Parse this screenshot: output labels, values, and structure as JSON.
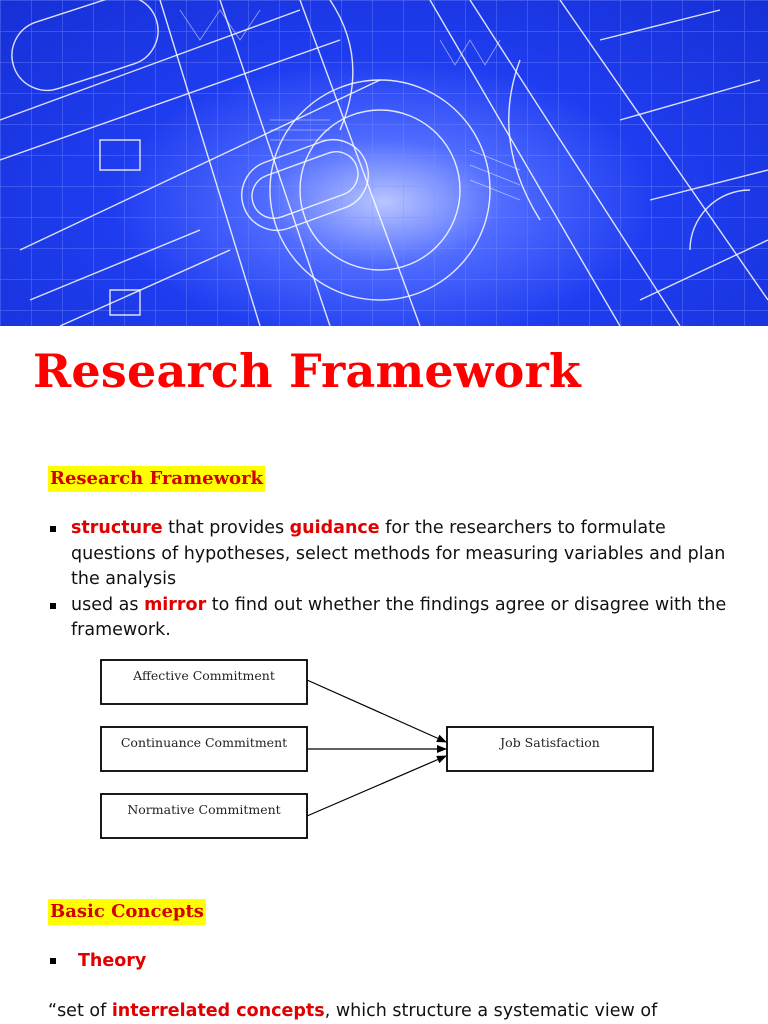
{
  "slide": {
    "title": "Research Framework"
  },
  "section1": {
    "heading": "Research Framework",
    "bullets": [
      {
        "kw1": "structure",
        "text1": " that provides ",
        "kw2": "guidance",
        "text2": " for the researchers to formulate questions of hypotheses, select methods for measuring variables and plan the analysis"
      },
      {
        "text1": "used as ",
        "kw1": "mirror",
        "text2": " to find out whether the findings agree or disagree with the framework."
      }
    ]
  },
  "diagram": {
    "inputs": [
      "Affective Commitment",
      "Continuance Commitment",
      "Normative Commitment"
    ],
    "output": "Job Satisfaction"
  },
  "section2": {
    "heading": "Basic Concepts",
    "item": "Theory",
    "quote_pre": "“set of ",
    "quote_kw": "interrelated concepts",
    "quote_post": ", which structure a systematic view of"
  },
  "colors": {
    "accent_red": "#ff0000",
    "highlight_yellow": "#ffff00",
    "banner_blue": "#1f3df0"
  }
}
